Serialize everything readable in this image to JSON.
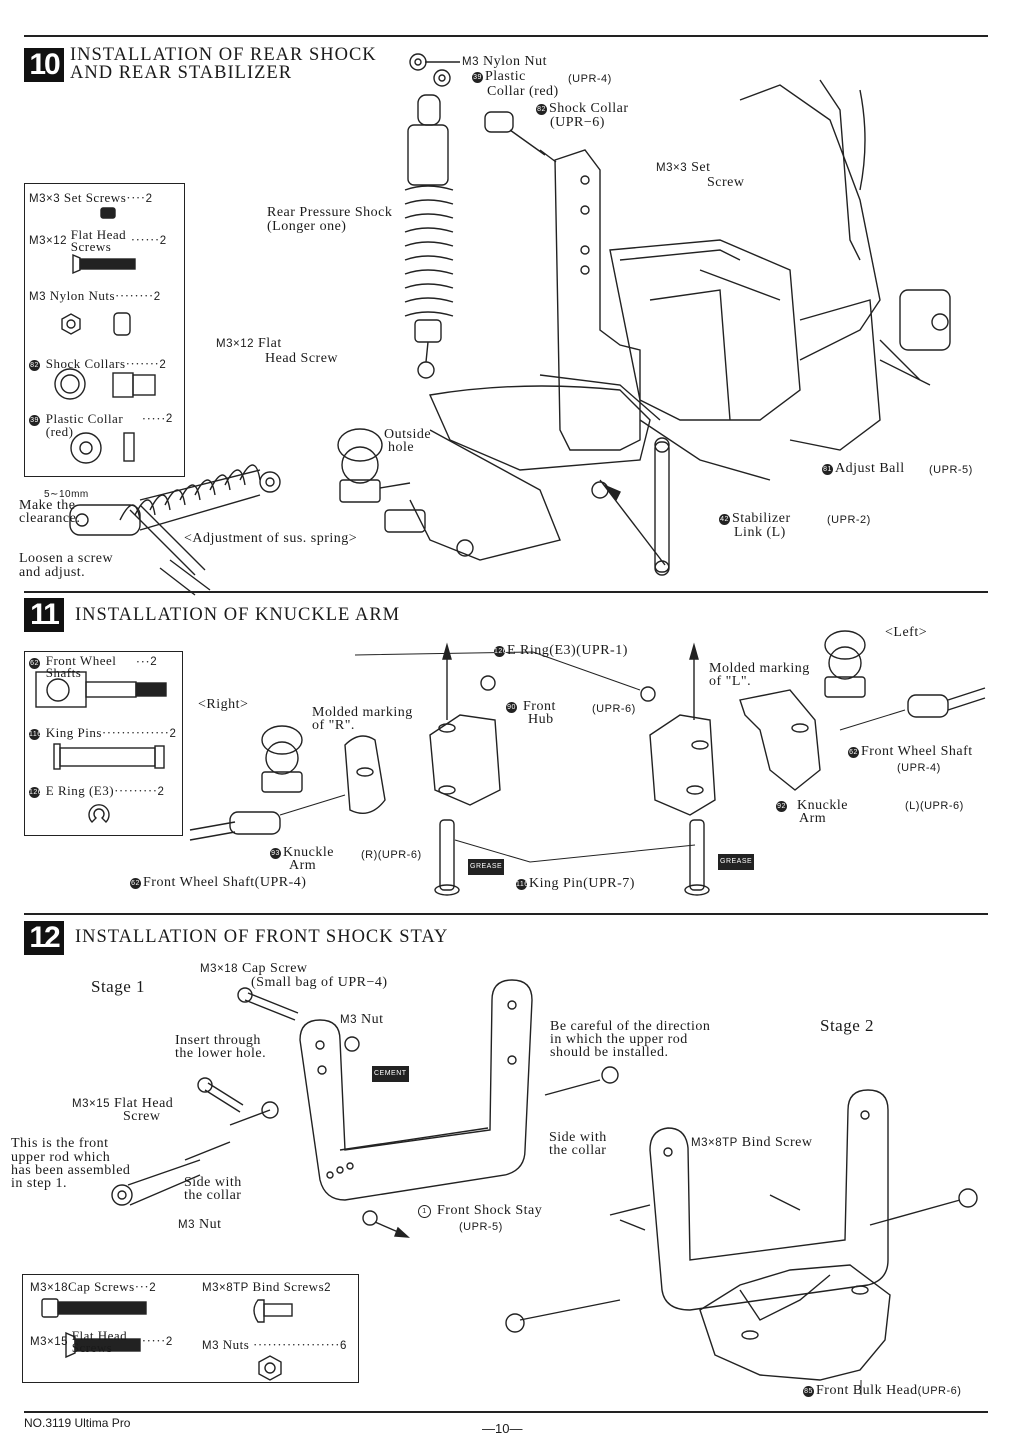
{
  "page": {
    "footer_left": "NO.3119 Ultima Pro",
    "page_number": "—10—"
  },
  "step10": {
    "number": "10",
    "title_line1": "INSTALLATION OF REAR SHOCK",
    "title_line2": "AND REAR STABILIZER",
    "parts_box": [
      {
        "code": "M3×3",
        "name": "Set Screws",
        "qty": "2"
      },
      {
        "code": "M3×12",
        "name": "Flat Head Screws",
        "qty": "2"
      },
      {
        "code": "M3",
        "name": "Nylon Nuts",
        "qty": "2"
      },
      {
        "code": "82",
        "name": "Shock Collars",
        "qty": "2"
      },
      {
        "code": "39",
        "name": "Plastic Collar (red)",
        "qty": "2"
      }
    ],
    "labels": {
      "nylon_nut_code": "M3",
      "nylon_nut": "Nylon Nut",
      "plastic_collar_num": "39",
      "plastic_collar_1": "Plastic",
      "plastic_collar_2": "Collar (red)",
      "plastic_collar_upr": "(UPR-4)",
      "shock_collar_num": "82",
      "shock_collar": "Shock Collar",
      "shock_collar_upr": "(UPR−6)",
      "set_screw_code": "M3×3",
      "set_screw_1": "Set",
      "set_screw_2": "Screw",
      "rear_shock_1": "Rear Pressure Shock",
      "rear_shock_2": "(Longer one)",
      "flat_head_code": "M3×12",
      "flat_head_1": "Flat",
      "flat_head_2": "Head Screw",
      "outside_1": "Outside",
      "outside_2": "hole",
      "adjust_ball_num": "81",
      "adjust_ball": "Adjust Ball",
      "adjust_ball_upr": "(UPR-5)",
      "stab_link_num": "42",
      "stab_link_1": "Stabilizer",
      "stab_link_2": "Link (L)",
      "stab_link_upr": "(UPR-2)",
      "clearance_mm": "5∼10mm",
      "clearance_1": "Make the",
      "clearance_2": "clearance.",
      "adjustment": "<Adjustment of sus. spring>",
      "loosen_1": "Loosen a screw",
      "loosen_2": "and adjust."
    }
  },
  "step11": {
    "number": "11",
    "title": "INSTALLATION OF KNUCKLE ARM",
    "parts_box": [
      {
        "code": "62",
        "name": "Front Wheel Shafts",
        "qty": "2"
      },
      {
        "code": "116",
        "name": "King Pins",
        "qty": "2"
      },
      {
        "code": "126",
        "name": "E Ring (E3)",
        "qty": "2"
      }
    ],
    "labels": {
      "right": "<Right>",
      "left": "<Left>",
      "molded_r_1": "Molded marking",
      "molded_r_2": "of \"R\".",
      "molded_l_1": "Molded marking",
      "molded_l_2": "of \"L\".",
      "e_ring_num": "126",
      "e_ring": "E Ring(E3)(UPR-1)",
      "front_hub_num": "90",
      "front_hub_1": "Front",
      "front_hub_2": "Hub",
      "front_hub_upr": "(UPR-6)",
      "fws_left_num": "62",
      "fws_left": "Front Wheel Shaft",
      "fws_left_upr": "(UPR-4)",
      "knuckle_l_num": "92",
      "knuckle_l_1": "Knuckle",
      "knuckle_l_2": "Arm",
      "knuckle_l_upr": "(L)(UPR-6)",
      "knuckle_r_num": "93",
      "knuckle_r_1": "Knuckle",
      "knuckle_r_2": "Arm",
      "knuckle_r_upr": "(R)(UPR-6)",
      "fws_right_num": "62",
      "fws_right": "Front Wheel Shaft(UPR-4)",
      "king_pin_num": "116",
      "king_pin": "King Pin(UPR-7)",
      "grease": "GREASE"
    }
  },
  "step12": {
    "number": "12",
    "title": "INSTALLATION OF FRONT SHOCK STAY",
    "stage1": "Stage 1",
    "stage2": "Stage 2",
    "parts_box": [
      {
        "code": "M3×18",
        "name": "Cap Screws",
        "qty": "2"
      },
      {
        "code": "M3×8TP",
        "name": "Bind Screws",
        "qty": "2"
      },
      {
        "code": "M3×15",
        "name": "Flat Head Screws",
        "qty": "2"
      },
      {
        "code": "M3",
        "name": "Nuts",
        "qty": "6"
      }
    ],
    "labels": {
      "cap_screw_code": "M3×18",
      "cap_screw_1": "Cap Screw",
      "cap_screw_2": "(Small bag of UPR−4)",
      "m3_nut_code": "M3",
      "m3_nut": "Nut",
      "cement": "CEMENT",
      "insert_1": "Insert through",
      "insert_2": "the lower hole.",
      "careful_1": "Be careful of the direction",
      "careful_2": "in which the upper rod",
      "careful_3": "should be installed.",
      "flat_head_code": "M3×15",
      "flat_head_1": "Flat Head",
      "flat_head_2": "Screw",
      "front_rod_1": "This is the front",
      "front_rod_2": "upper rod which",
      "front_rod_3": "has been assembled",
      "front_rod_4": "in step 1.",
      "side_collar_a_1": "Side with",
      "side_collar_a_2": "the collar",
      "side_collar_b_1": "Side with",
      "side_collar_b_2": "the collar",
      "m3_nut2_code": "M3",
      "m3_nut2": "Nut",
      "stay_num": "1",
      "stay": "Front Shock Stay",
      "stay_upr": "(UPR-5)",
      "bind_code": "M3×8TP",
      "bind": "Bind Screw",
      "bulk_num": "85",
      "bulk": "Front Bulk Head",
      "bulk_upr": "(UPR-6)"
    }
  }
}
